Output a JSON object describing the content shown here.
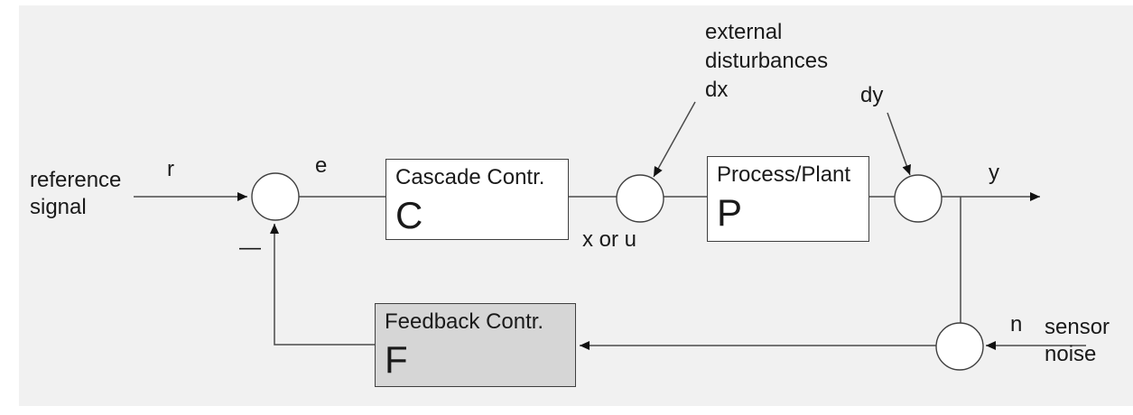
{
  "diagram": {
    "type": "control-system-block-diagram",
    "colors": {
      "panel_background": "#f1f1f1",
      "line": "#4a4a4a",
      "arrowhead": "#111111",
      "box_border": "#3f3f3f",
      "box_fill": "#ffffff",
      "feedback_box_fill": "#d6d6d6",
      "text": "#1a1a1a"
    },
    "labels": {
      "reference_line1": "reference",
      "reference_line2": "signal",
      "r": "r",
      "e": "e",
      "minus": "—",
      "x_or_u": "x or u",
      "external_line1": "external",
      "external_line2": "disturbances",
      "external_line3": "dx",
      "dy": "dy",
      "y": "y",
      "n": "n",
      "sensor_line1": "sensor",
      "sensor_line2": "noise"
    },
    "blocks": {
      "cascade": {
        "title": "Cascade Contr.",
        "symbol": "C"
      },
      "process": {
        "title": "Process/Plant",
        "symbol": "P"
      },
      "feedback": {
        "title": "Feedback Contr.",
        "symbol": "F"
      }
    },
    "junctions": [
      {
        "name": "error-summing-junction",
        "inputs": [
          "r",
          "-feedback"
        ],
        "output": "e"
      },
      {
        "name": "dx-summing-junction",
        "inputs": [
          "x or u",
          "dx"
        ],
        "output": "to process"
      },
      {
        "name": "dy-summing-junction",
        "inputs": [
          "process output",
          "dy"
        ],
        "output": "y"
      },
      {
        "name": "noise-summing-junction",
        "inputs": [
          "y branch",
          "n"
        ],
        "output": "to feedback controller"
      }
    ]
  }
}
